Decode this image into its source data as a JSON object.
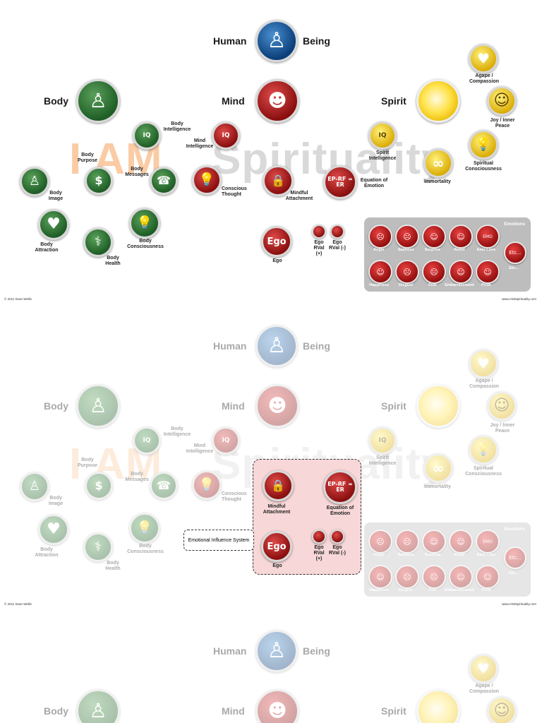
{
  "title": {
    "left": "Human",
    "right": "Being"
  },
  "headings": {
    "body": "Body",
    "mind": "Mind",
    "spirit": "Spirit"
  },
  "watermark": {
    "part1": "I AM",
    "part2": "Spirituality"
  },
  "body_nodes": {
    "intelligence": "Body Intelligence",
    "purpose": "Body Purpose",
    "messages": "Body Messages",
    "image": "Body Image",
    "attraction": "Body Attraction",
    "health": "Body Health",
    "consciousness": "Body Consciousness"
  },
  "mind_nodes": {
    "intelligence": "Mind Intelligence",
    "conscious_thought": "Conscious Thought",
    "mindful_attachment": "Mindful Attachment",
    "equation": "Equation of Emotion",
    "ego": "Ego",
    "ego_rval_plus": "Ego RVal (+)",
    "ego_rval_minus": "Ego RVal (-)"
  },
  "spirit_nodes": {
    "agape": "Agape / Compassion",
    "joy": "Joy / Inner Peace",
    "intelligence": "Spirit Intelligence",
    "immortality": "Immortality",
    "consciousness": "Spiritual Consciousness"
  },
  "icons": {
    "iq": "IQ",
    "ego": "Ego",
    "ep_rf": "EP-RF = ER",
    "etc": "Etc...",
    "emo": "EMO"
  },
  "emotions": {
    "title": "Emotions",
    "row1": [
      "Anger",
      "Sadness",
      "Surprise",
      "Relief",
      "Emo Love"
    ],
    "row2": [
      "Happiness",
      "Disgust",
      "Fear",
      "Embarrassment",
      "Pride"
    ],
    "etc": "Etc..."
  },
  "callout": "Emotional Influence System",
  "footer": {
    "copyright": "© 2011 Sean Webb",
    "url": "www.IAMSpirituality.com"
  },
  "colors": {
    "body": "#1f5e26",
    "mind": "#8a0f0f",
    "human": "#0b3f7a",
    "spirit": "#ffe24a",
    "emotions_bg": "#bdbdbd"
  }
}
